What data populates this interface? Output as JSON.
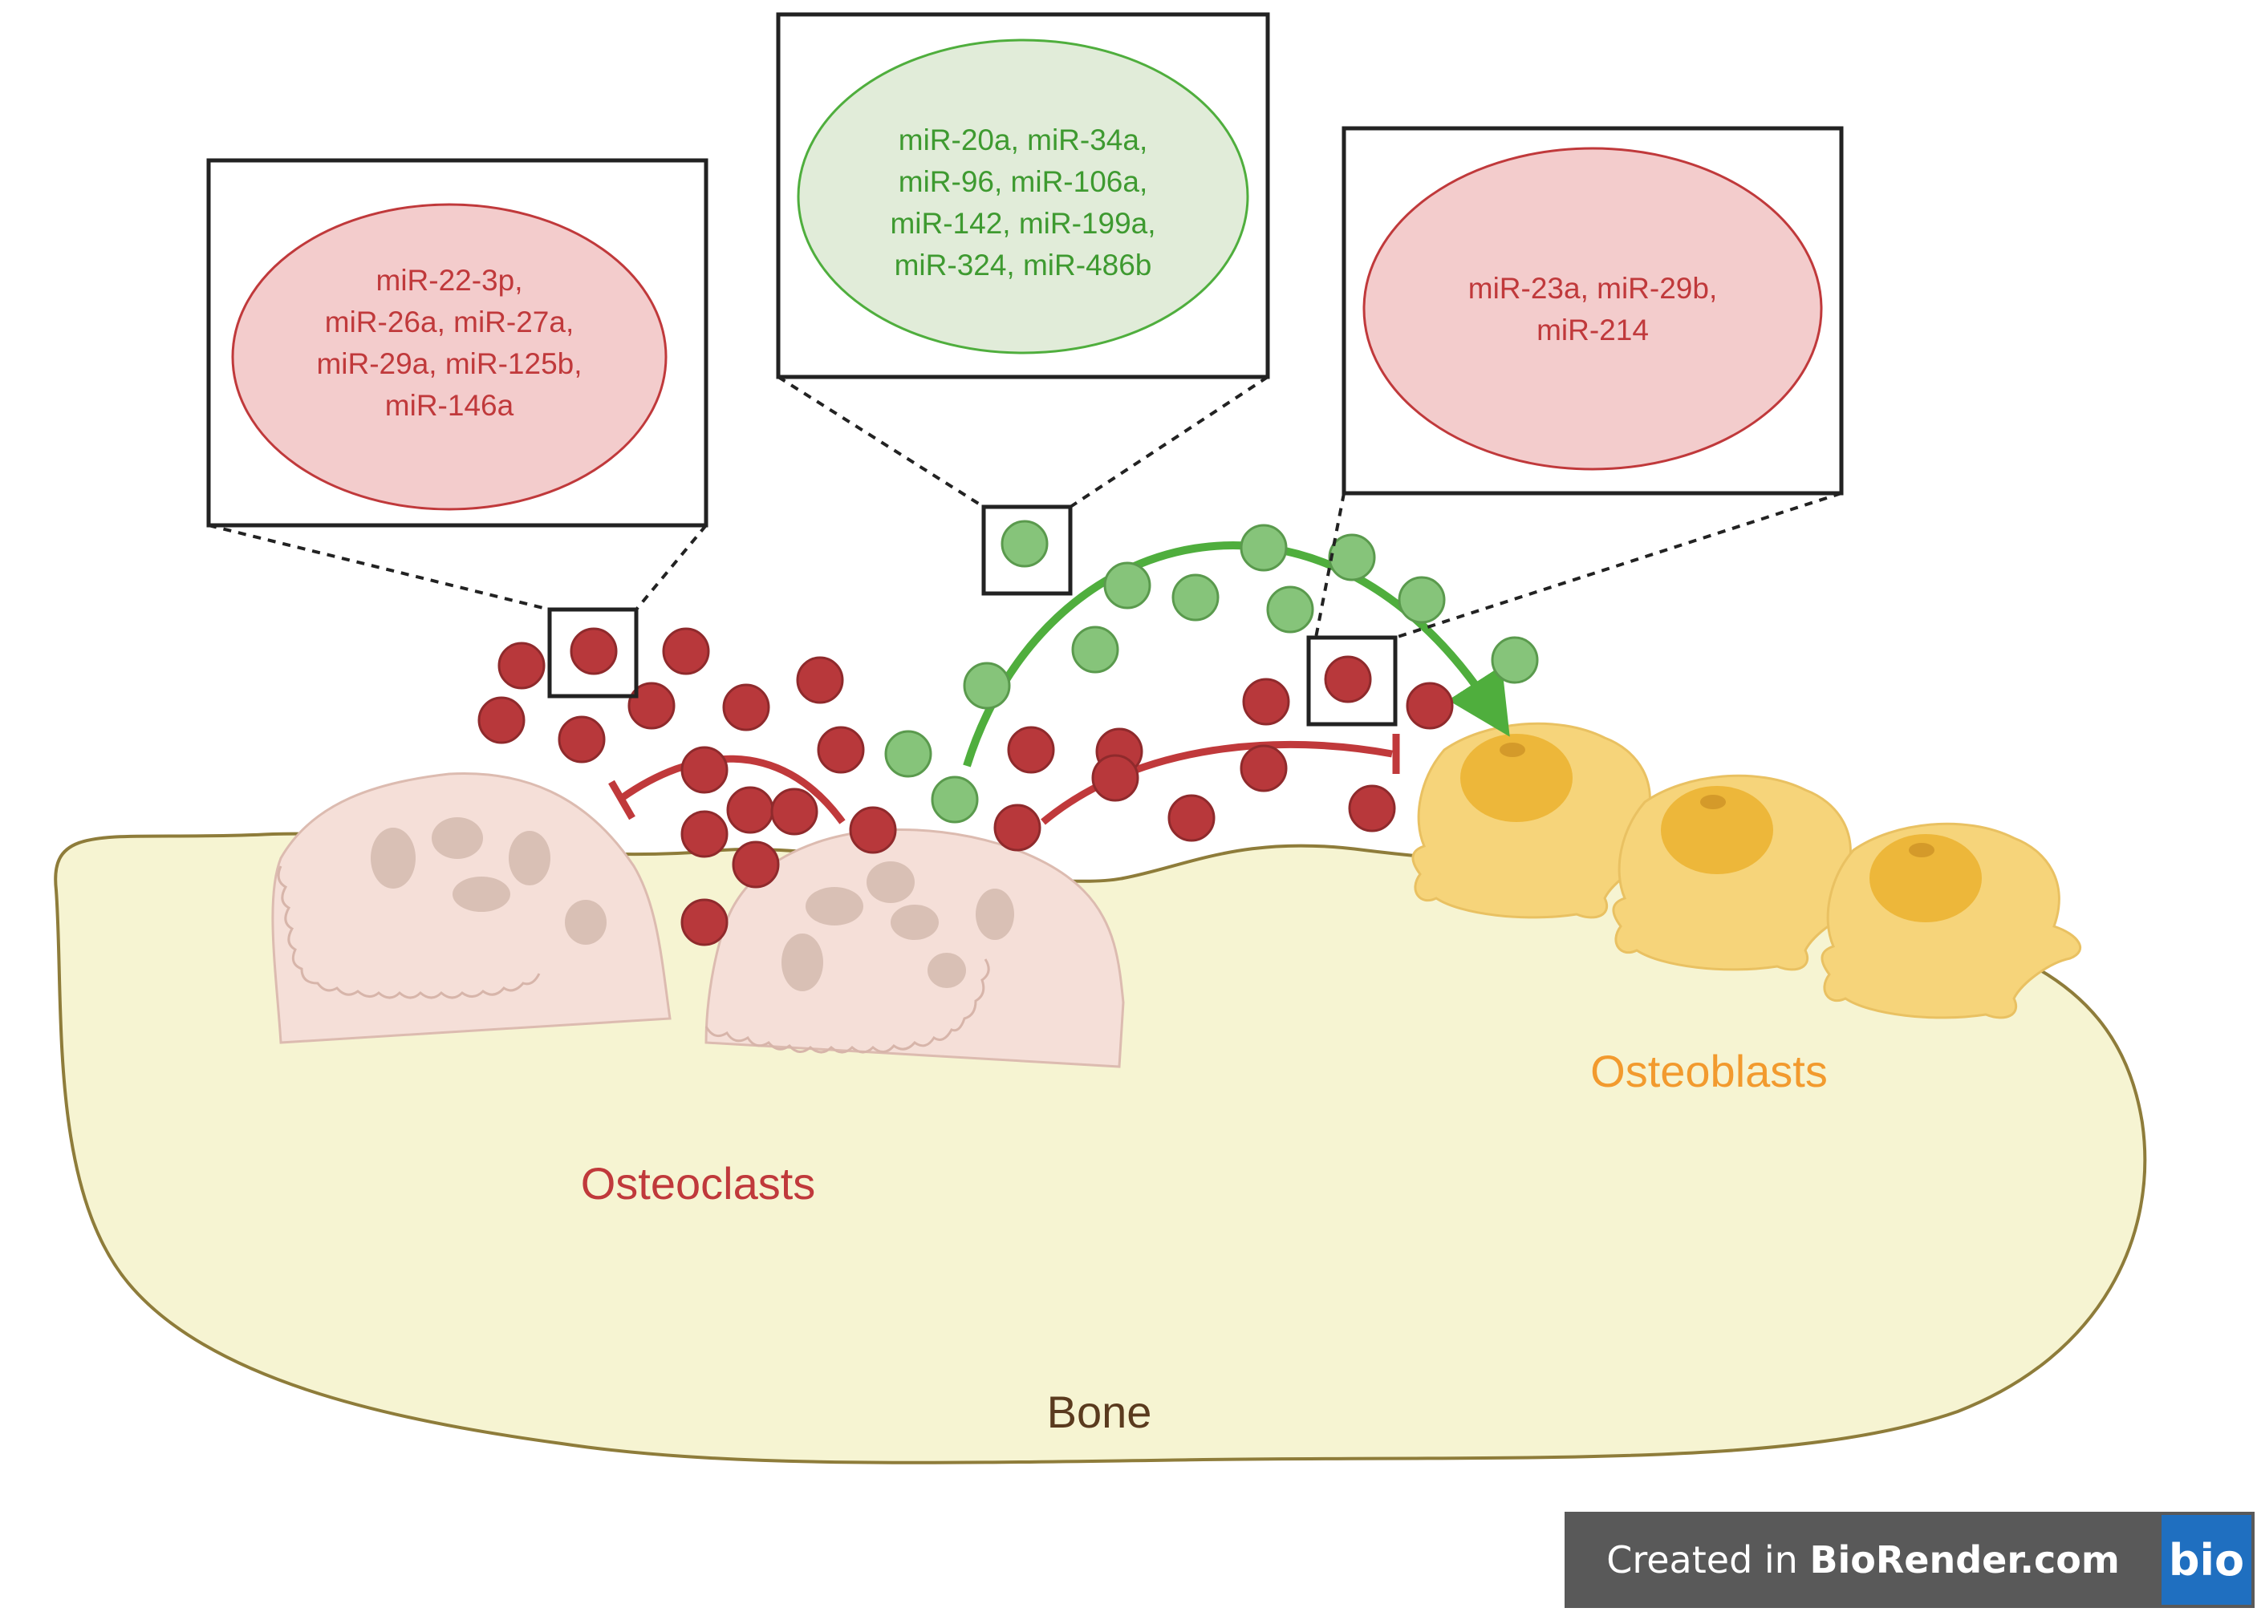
{
  "left_box": {
    "lines": [
      "miR-22-3p,",
      "miR-26a, miR-27a,",
      "miR-29a, miR-125b,",
      "miR-146a"
    ]
  },
  "center_box": {
    "lines": [
      "miR-20a, miR-34a,",
      "miR-96, miR-106a,",
      "miR-142,  miR-199a,",
      "miR-324, miR-486b"
    ]
  },
  "right_box": {
    "lines": [
      "miR-23a, miR-29b,",
      "miR-214"
    ]
  },
  "labels": {
    "osteoclasts": "Osteoclasts",
    "osteoblasts": "Osteoblasts",
    "bone": "Bone"
  },
  "badge": {
    "prefix": "Created in ",
    "brand": "BioRender.com",
    "logo": "bio"
  },
  "colors": {
    "red_vesicle": "#b8383b",
    "green_vesicle": "#86c47a",
    "bone_fill": "#f6f4d2",
    "bone_stroke": "#8e7c3a",
    "osteoclast_fill": "#f5dfd8",
    "osteoblast_fill": "#f6d47a",
    "red_ellipse": "#f3cccc",
    "green_ellipse": "#e1ecd9"
  }
}
